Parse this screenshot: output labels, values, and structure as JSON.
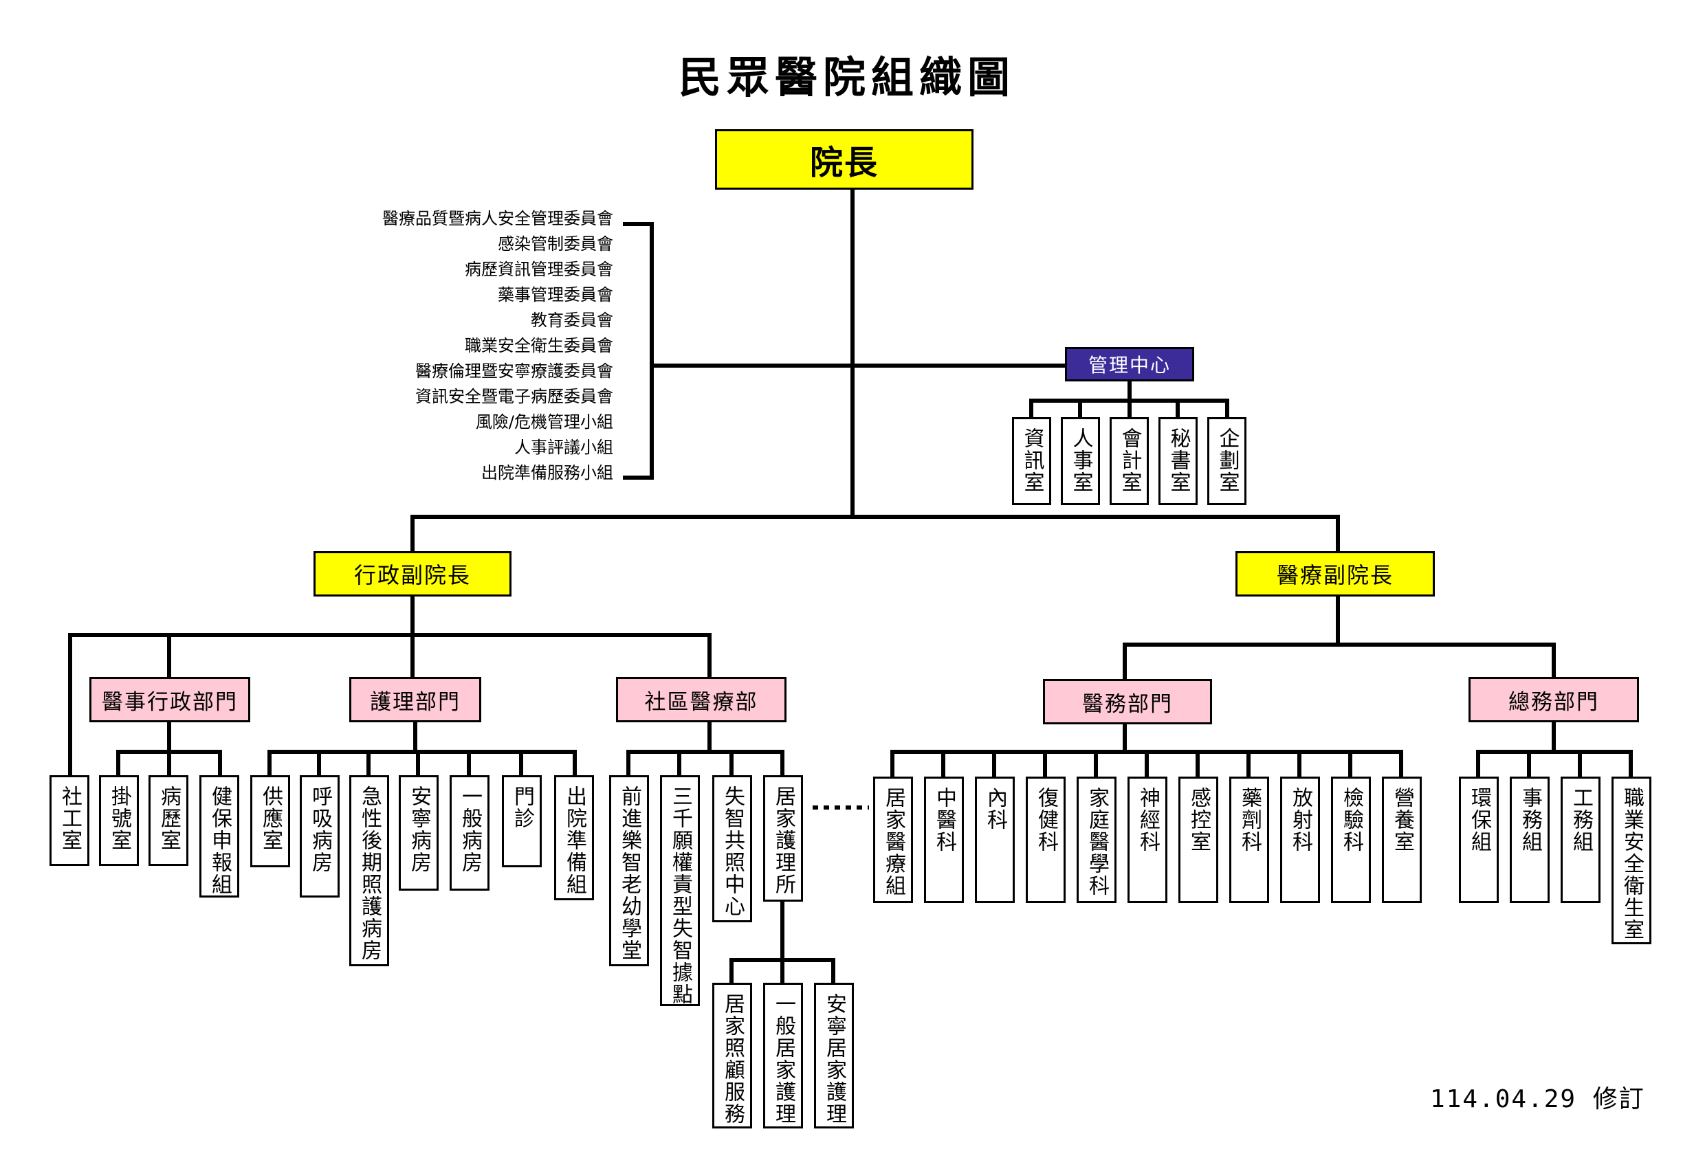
{
  "title": "民眾醫院組織圖",
  "director": "院長",
  "committees": [
    "醫療品質暨病人安全管理委員會",
    "感染管制委員會",
    "病歷資訊管理委員會",
    "藥事管理委員會",
    "教育委員會",
    "職業安全衛生委員會",
    "醫療倫理暨安寧療護委員會",
    "資訊安全暨電子病歷委員會",
    "風險/危機管理小組",
    "人事評議小組",
    "出院準備服務小組"
  ],
  "management": {
    "label": "管理中心",
    "units": [
      "資訊室",
      "人事室",
      "會計室",
      "秘書室",
      "企劃室"
    ]
  },
  "admin_vp": {
    "label": "行政副院長",
    "social_work": "社工室",
    "medical_affairs_admin": {
      "label": "醫事行政部門",
      "units": [
        "掛號室",
        "病歷室",
        "健保申報組"
      ]
    },
    "nursing": {
      "label": "護理部門",
      "units": [
        "供應室",
        "呼吸病房",
        "急性後期照護病房",
        "安寧病房",
        "一般病房",
        "門診",
        "出院準備組"
      ]
    },
    "community": {
      "label": "社區醫療部",
      "units": [
        "前進樂智老幼學堂",
        "三千願權責型失智據點",
        "失智共照中心",
        "居家護理所"
      ],
      "home_nursing_units": [
        "居家照顧服務",
        "一般居家護理",
        "安寧居家護理"
      ]
    }
  },
  "medical_vp": {
    "label": "醫療副院長",
    "medical_affairs": {
      "label": "醫務部門",
      "units": [
        "居家醫療組",
        "中醫科",
        "內科",
        "復健科",
        "家庭醫學科",
        "神經科",
        "感控室",
        "藥劑科",
        "放射科",
        "檢驗科",
        "營養室"
      ]
    },
    "general_affairs": {
      "label": "總務部門",
      "units": [
        "環保組",
        "事務組",
        "工務組",
        "職業安全衛生室"
      ]
    }
  },
  "revision": "114.04.29 修訂",
  "colors": {
    "top": "#ffff00",
    "department": "#ffc9d6",
    "management": "#3b2c9a",
    "line": "#000000"
  }
}
